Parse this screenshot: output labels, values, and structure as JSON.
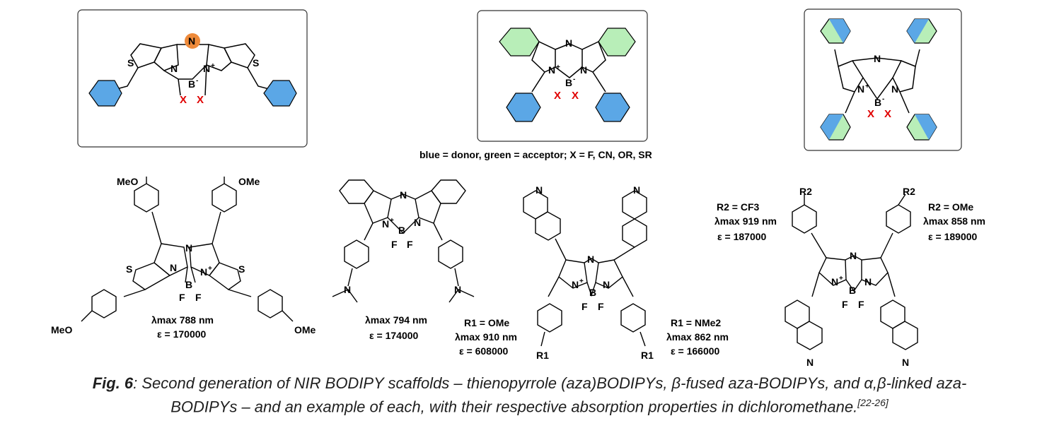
{
  "top_panels": {
    "x_labels": [
      "X",
      "X"
    ],
    "legend": "blue = donor, green = acceptor; X = F, CN, OR, SR"
  },
  "atoms": {
    "N": "N",
    "S": "S",
    "B": "B",
    "F": "F",
    "plus": "+",
    "minus": "-"
  },
  "ex1": {
    "ome_tl": "MeO",
    "ome_tr": "OMe",
    "ome_bl": "MeO",
    "ome_br": "OMe",
    "lambda": "λmax 788 nm",
    "eps": "ε = 170000"
  },
  "ex2": {
    "lambda": "λmax 794 nm",
    "eps": "ε = 174000"
  },
  "ex3": {
    "r1_left": "R1 = OMe",
    "lambda_left": "λmax 910 nm",
    "eps_left": "ε = 608000",
    "r1_right": "R1 = NMe2",
    "lambda_right": "λmax 862 nm",
    "eps_right": "ε = 166000",
    "r1_sub": "R1"
  },
  "ex4": {
    "r2_left": "R2 = CF3",
    "lambda_left": "λmax 919 nm",
    "eps_left": "ε = 187000",
    "r2_right": "R2 = OMe",
    "lambda_right": "λmax 858 nm",
    "eps_right": "ε = 189000",
    "r2_sub": "R2"
  },
  "caption": {
    "fig_label": "Fig. 6",
    "line1": ": Second generation of NIR BODIPY scaffolds – thienopyrrole (aza)BODIPYs, β-fused aza-BODIPYs, and α,β-linked aza-",
    "line2": "BODIPYs – and an example of each, with their respective absorption properties in dichloromethane.",
    "refs": "[22-26]"
  },
  "colors": {
    "donor": "#5ba7e6",
    "acceptor": "#b8eeb8",
    "highlight": "#ee8a3a",
    "x_red": "#e00000"
  }
}
